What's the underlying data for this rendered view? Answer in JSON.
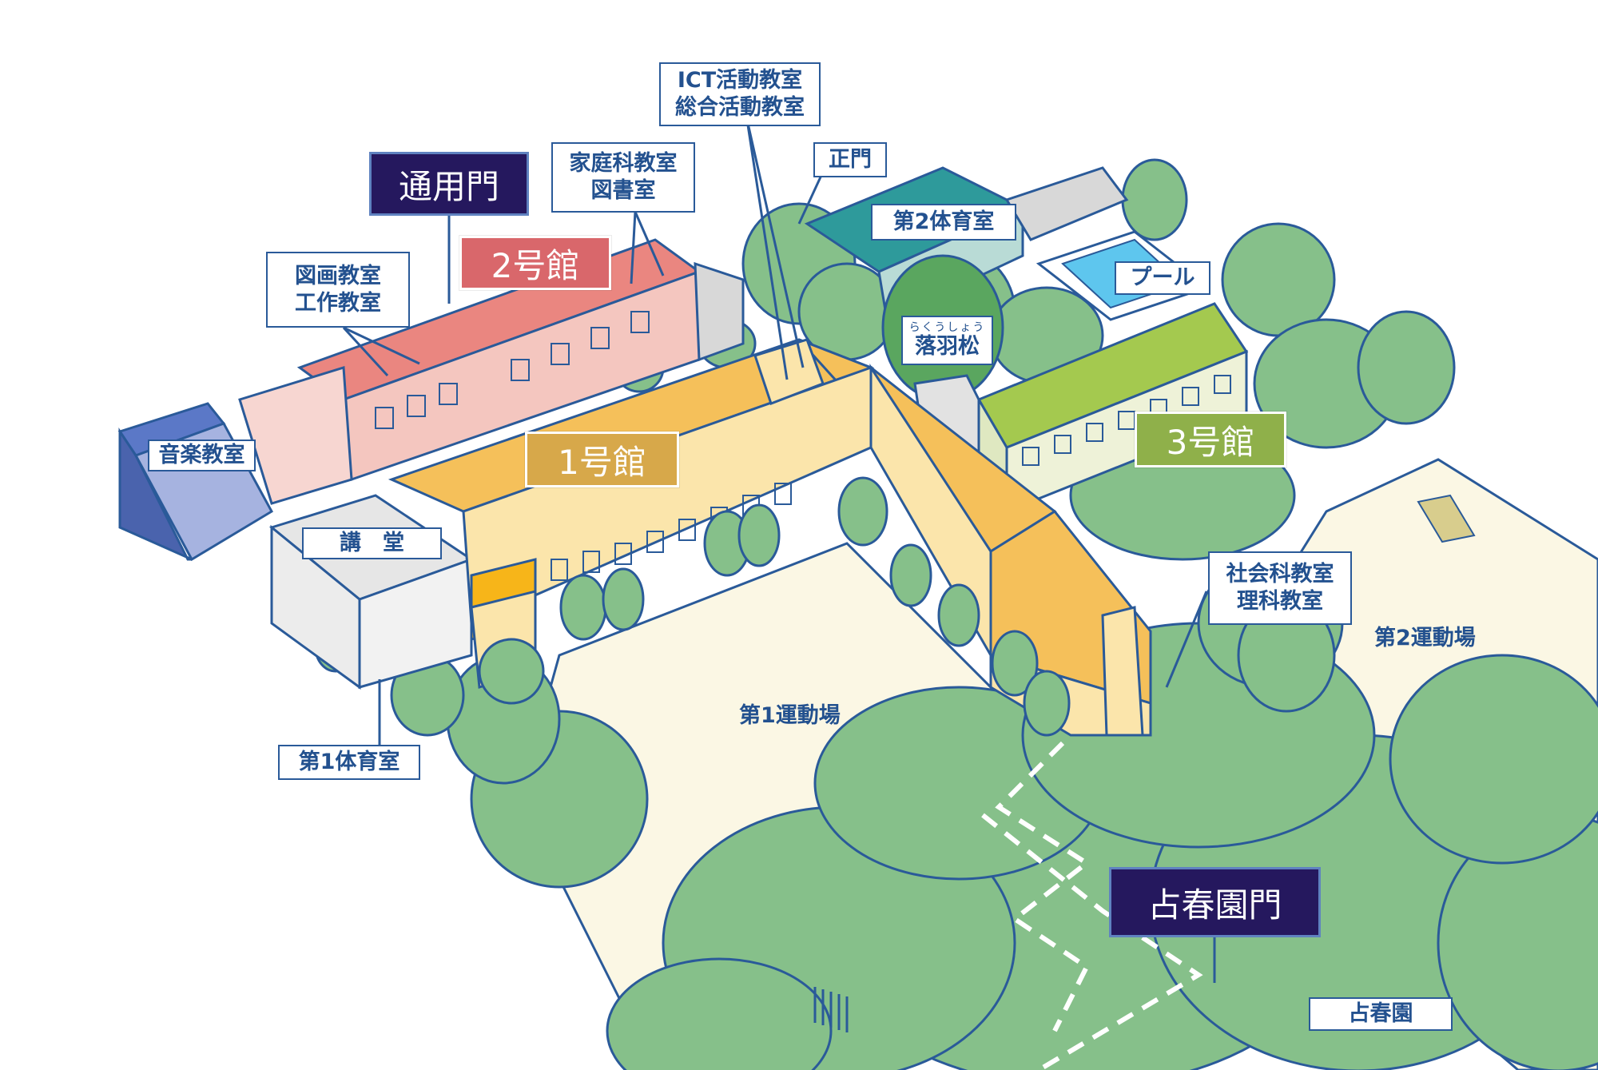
{
  "gates": {
    "tsuyo_mon": "通用門",
    "senshunen_mon": "占春園門"
  },
  "buildings": {
    "bld1": "1号館",
    "bld2": "2号館",
    "bld3": "3号館"
  },
  "rooms": {
    "ict_line1": "ICT活動教室",
    "ict_line2": "総合活動教室",
    "katei_line1": "家庭科教室",
    "katei_line2": "図書室",
    "zuga_line1": "図画教室",
    "zuga_line2": "工作教室",
    "seimon": "正門",
    "gym2": "第2体育室",
    "pool": "プール",
    "rakuusho_ruby": "らくうしょう",
    "rakuusho": "落羽松",
    "music": "音楽教室",
    "kodo": "講　堂",
    "gym1": "第1体育室",
    "shakai_line1": "社会科教室",
    "shakai_line2": "理科教室",
    "senshunen": "占春園"
  },
  "fields": {
    "field1": "第1運動場",
    "field2": "第2運動場"
  },
  "colors": {
    "gate_bg": "#25185e",
    "label_border": "#2a5a99",
    "label_text": "#23518f",
    "bld1": "#d7a84a",
    "bld2": "#d9676b",
    "bld3": "#8fb04a",
    "tree": "#86c08a",
    "field": "#fbf7e4"
  }
}
